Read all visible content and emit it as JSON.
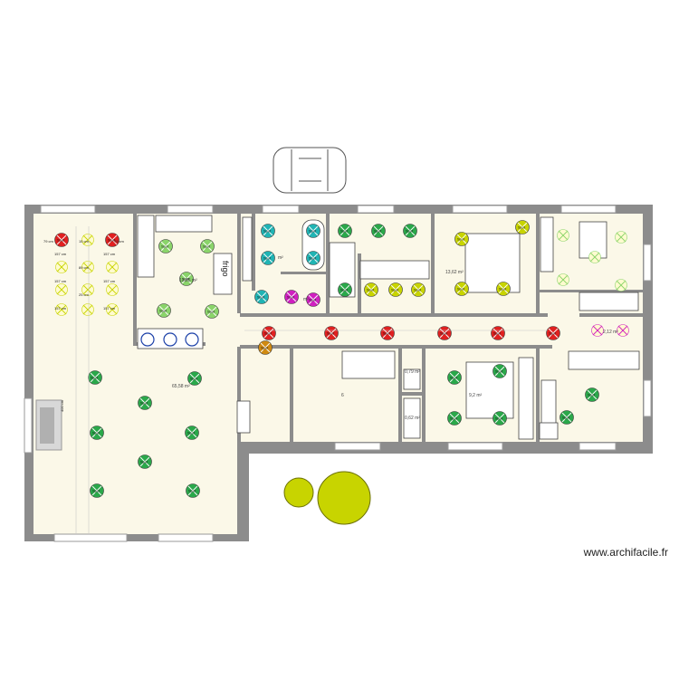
{
  "watermark": "www.archifacile.fr",
  "fridge_label": "frigo",
  "room_areas": {
    "living": "65,58 m²",
    "kitchen": "13,85 m²",
    "bedroom1": "13,62 m²",
    "bedroom2": "9,2 m²",
    "corridor": "2,12 m²",
    "wc": "0,79 m²",
    "storage": "0,62 m²",
    "laundry": "6",
    "bath": "m²",
    "small": "m²"
  },
  "dimensions": {
    "d1": "79 cm",
    "d2": "15 cm",
    "d3": "79 cm",
    "d4": "157 cm",
    "d5": "157 cm",
    "d6": "157 cm",
    "d7": "157 cm",
    "d8": "157 cm",
    "d9": "157 cm",
    "d10": "157 cm",
    "d11": "157 cm",
    "d12": "89 cm",
    "d13": "25 cm",
    "d14": "25 cm",
    "d15": "25 cm",
    "d16": "25 cm",
    "d17": "400 cm"
  },
  "spot_label": "Spot",
  "spot_label_alt": "SpS",
  "colors": {
    "wall": "#8c8c8c",
    "floor": "#fbf8e8",
    "red_spot": "#e02020",
    "green_spot": "#2aa84a",
    "yellow_spot": "#c8d400",
    "cyan_spot": "#20b4b4",
    "magenta_spot": "#d020c0",
    "lightgreen_spot": "#8ad46a",
    "orange_spot": "#d08a10",
    "blue_fixture": "#1a3fa8"
  }
}
